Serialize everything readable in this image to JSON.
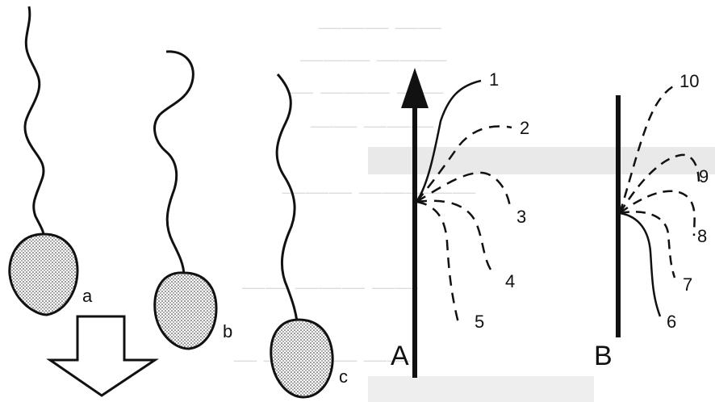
{
  "colors": {
    "ink": "#111111",
    "stipple": "#e9e9e9",
    "ghost": "#dcdcdc",
    "background": "#ffffff"
  },
  "left_panel": {
    "cells": [
      {
        "id": "a",
        "label": "a"
      },
      {
        "id": "b",
        "label": "b"
      },
      {
        "id": "c",
        "label": "c"
      }
    ],
    "arrow_icon": "hollow-down-arrow"
  },
  "right_panel": {
    "diagram_A": {
      "label": "A",
      "strokes": [
        {
          "label": "1",
          "style": "solid"
        },
        {
          "label": "2",
          "style": "dashed"
        },
        {
          "label": "3",
          "style": "dashed"
        },
        {
          "label": "4",
          "style": "dashed"
        },
        {
          "label": "5",
          "style": "dashed"
        }
      ]
    },
    "diagram_B": {
      "label": "B",
      "strokes": [
        {
          "label": "6",
          "style": "solid"
        },
        {
          "label": "7",
          "style": "dashed"
        },
        {
          "label": "8",
          "style": "dashed"
        },
        {
          "label": "9",
          "style": "dashed"
        },
        {
          "label": "10",
          "style": "dashed"
        }
      ]
    }
  }
}
